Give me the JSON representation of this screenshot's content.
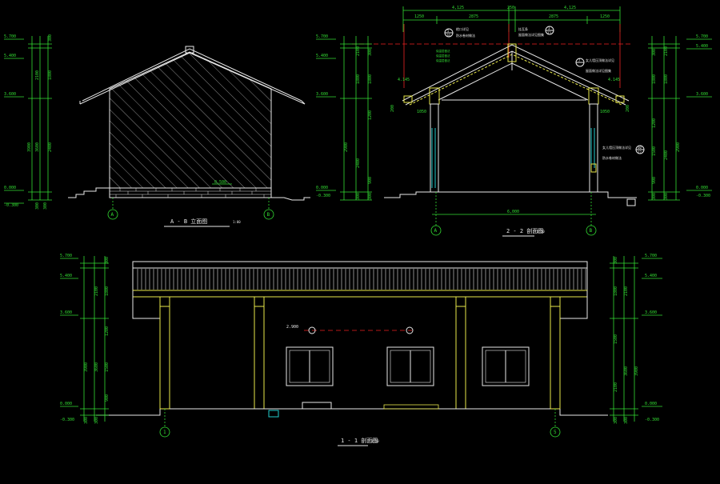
{
  "titles": {
    "elev_ab": "A - B 立面图",
    "sec22": "2 - 2 剖面图",
    "sec11": "1 - 1 剖面图",
    "scale_ab": "1:00",
    "scale_22": "1:50",
    "scale_11": "1:50"
  },
  "axes": {
    "A": "A",
    "B": "B",
    "one": "1",
    "five": "5"
  },
  "levels": {
    "l5700": "5.700",
    "l5400": "5.400",
    "l3600": "3.600",
    "l0000": "0.000",
    "lm300": "-0.300",
    "l2900": "2.900",
    "l4145": "4.145"
  },
  "dims": {
    "d300": "300",
    "d2100": "2100",
    "d1800": "1800",
    "d1200": "1200",
    "d1500": "1500",
    "d900": "900",
    "d2400": "2400",
    "d3900": "3900",
    "d3600": "3600",
    "d2900": "2900",
    "d4125": "4,125",
    "d250": "250",
    "d1250": "1250",
    "d2875": "2875",
    "d1050": "1050",
    "d200": "200",
    "d6000": "6,000",
    "d0500": "0.500"
  },
  "notes": {
    "n1": "檐口详见",
    "n2": "防水卷材做法",
    "n3": "挂瓦条",
    "n4": "屋面做法详见图集",
    "n5": "保温层做法",
    "n6": "女儿墙压顶做法详见",
    "t5": "5",
    "t10": "10",
    "t3": "3",
    "t33": "33",
    "t7": "7",
    "t30": "30",
    "t12": "12",
    "t08": "08"
  },
  "colors": {
    "background": "#000000",
    "dimension": "#33dd33",
    "outline": "#e8e8e8",
    "structure": "#e8e84a",
    "axis_red": "#ee2222",
    "glass": "#22cccc"
  }
}
